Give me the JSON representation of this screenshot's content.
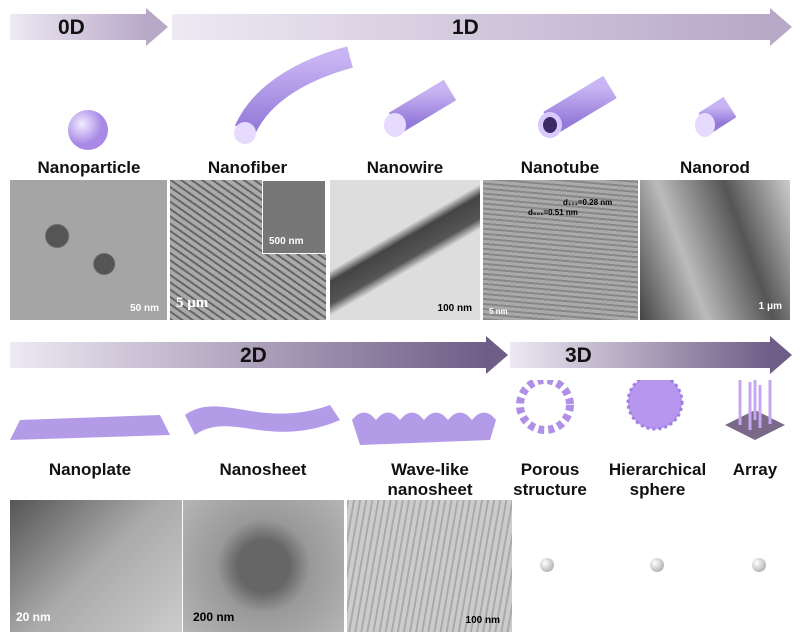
{
  "arrows": {
    "a0": "0D",
    "a1": "1D",
    "a2": "2D",
    "a3": "3D"
  },
  "row1": {
    "labels": [
      "Nanoparticle",
      "Nanofiber",
      "Nanowire",
      "Nanotube",
      "Nanorod"
    ],
    "scales": [
      "50 nm",
      "5 μm",
      "500 nm",
      "100 nm",
      "5 nm",
      "1 μm"
    ],
    "annotations": [
      "d₁₁₁=0.28 nm",
      "d₀₀₁=0.51 nm"
    ]
  },
  "row2": {
    "labels": [
      "Nanoplate",
      "Nanosheet",
      "Wave-like nanosheet",
      "Porous structure",
      "Hierarchical sphere",
      "Array"
    ],
    "scales": [
      "20 nm",
      "200 nm",
      "100 nm"
    ]
  },
  "colors": {
    "arrow_light": "#ece8f2",
    "arrow_dark": "#7f6d95",
    "shape": "#b49be8"
  }
}
